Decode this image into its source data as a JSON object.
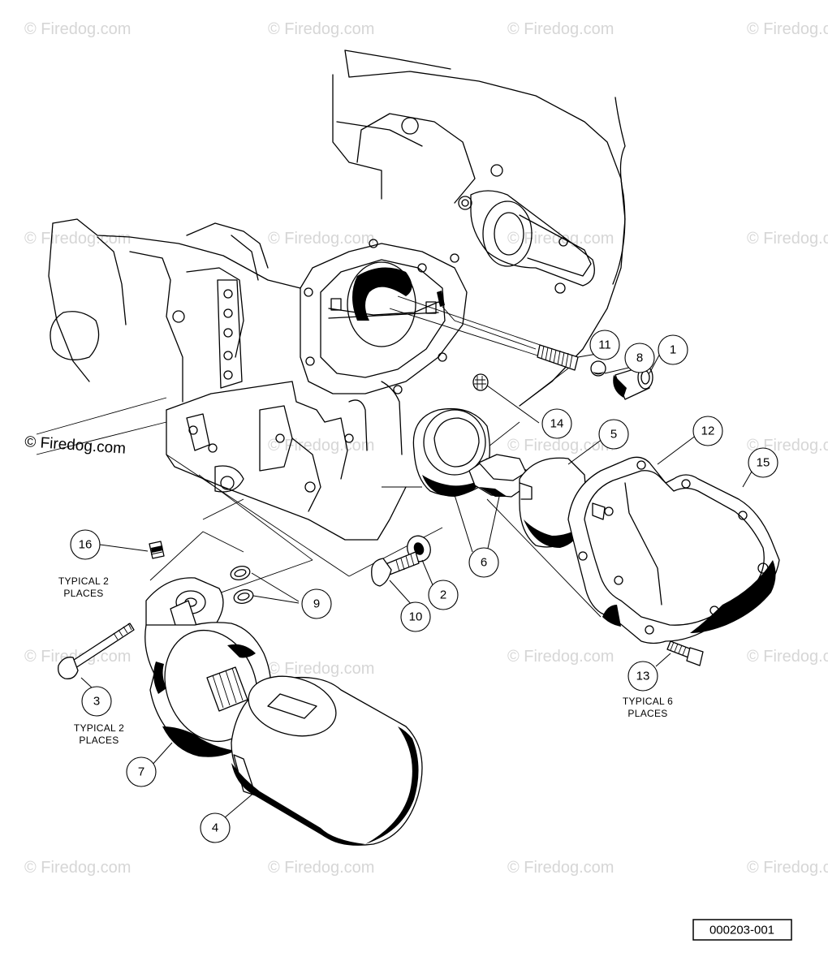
{
  "watermark": {
    "text": "© Firedog.com",
    "color": "#d6d6d6"
  },
  "main_watermark": "© Firedog.com",
  "callouts": [
    {
      "num": "1"
    },
    {
      "num": "2"
    },
    {
      "num": "3"
    },
    {
      "num": "4"
    },
    {
      "num": "5"
    },
    {
      "num": "6"
    },
    {
      "num": "7"
    },
    {
      "num": "8"
    },
    {
      "num": "9"
    },
    {
      "num": "10"
    },
    {
      "num": "11"
    },
    {
      "num": "12"
    },
    {
      "num": "13"
    },
    {
      "num": "14"
    },
    {
      "num": "15"
    },
    {
      "num": "16"
    }
  ],
  "notes": {
    "typical_2_places_a_line1": "TYPICAL 2",
    "typical_2_places_a_line2": "PLACES",
    "typical_2_places_b_line1": "TYPICAL 2",
    "typical_2_places_b_line2": "PLACES",
    "typical_6_places_line1": "TYPICAL 6",
    "typical_6_places_line2": "PLACES"
  },
  "reference_number": "000203-001"
}
